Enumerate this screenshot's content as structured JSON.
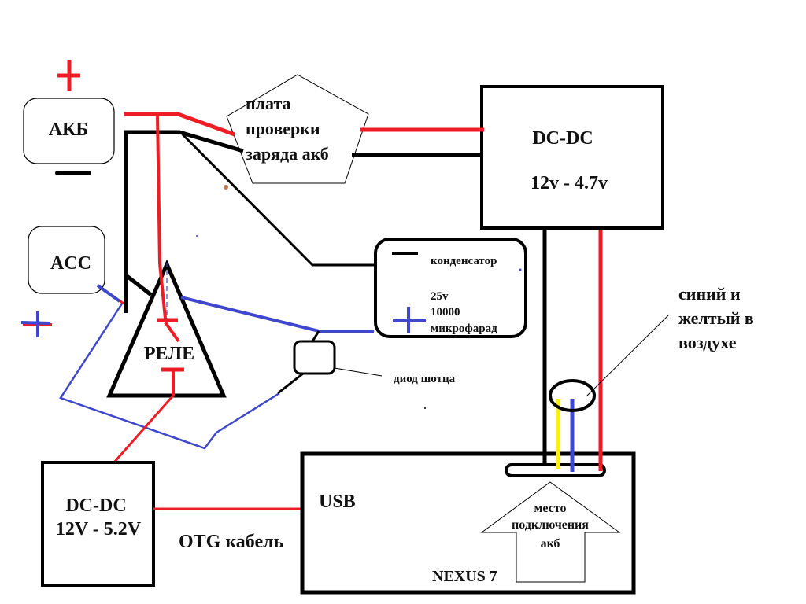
{
  "diagram": {
    "title": "",
    "colors": {
      "positive_wire": "#ee1c24",
      "negative_wire": "#000000",
      "signal_wire": "#3f48cc",
      "yellow_wire": "#fff200",
      "annotation_dot": "#b97a57"
    },
    "components": {
      "battery": {
        "label": "АКБ",
        "plus_sign": "+",
        "minus_sign": "—"
      },
      "acc": {
        "label": "ACC",
        "plus_sign": "+"
      },
      "charge_board": {
        "lines": [
          "плата",
          "проверки",
          "заряда акб"
        ]
      },
      "dcdc_top": {
        "title": "DC-DC",
        "spec": "12v - 4.7v"
      },
      "capacitor": {
        "name": "конденсатор",
        "voltage": "25v",
        "capacity": "10000",
        "unit": "микрофарад"
      },
      "relay": {
        "label": "РЕЛЕ"
      },
      "schottky_diode": {
        "label": "диод шотца"
      },
      "dcdc_bottom": {
        "title": "DC-DC",
        "spec": "12V - 5.2V"
      },
      "otg_cable": {
        "label": "OTG кабель"
      },
      "nexus": {
        "usb_label": "USB",
        "model": "NEXUS 7"
      },
      "battery_connection": {
        "lines": [
          "место",
          "подключения",
          "акб"
        ]
      },
      "air_note": {
        "lines": [
          "синий и",
          "желтый в",
          "воздухе"
        ]
      }
    },
    "connections": [
      {
        "from": "battery+",
        "to": "charge_board",
        "color": "red"
      },
      {
        "from": "battery-",
        "to": "charge_board",
        "color": "black"
      },
      {
        "from": "charge_board",
        "to": "dcdc_top",
        "color": "red"
      },
      {
        "from": "charge_board",
        "to": "dcdc_top",
        "color": "black"
      },
      {
        "from": "battery+",
        "to": "relay",
        "color": "red"
      },
      {
        "from": "battery-",
        "to": "relay",
        "color": "black"
      },
      {
        "from": "battery-",
        "to": "capacitor-",
        "color": "black"
      },
      {
        "from": "relay",
        "to": "capacitor+",
        "color": "blue"
      },
      {
        "from": "acc",
        "to": "relay",
        "color": "blue"
      },
      {
        "from": "relay",
        "to": "dcdc_bottom",
        "color": "red"
      },
      {
        "from": "dcdc_bottom",
        "to": "nexus_usb",
        "color": "red"
      },
      {
        "from": "dcdc_top",
        "to": "nexus_battery_port",
        "color": "black"
      },
      {
        "from": "dcdc_top",
        "to": "nexus_battery_port",
        "color": "red"
      }
    ]
  }
}
